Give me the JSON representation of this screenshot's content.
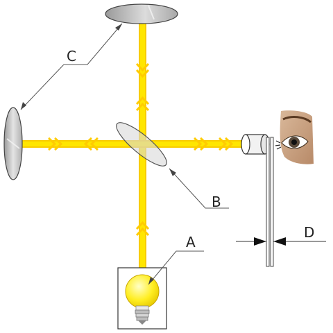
{
  "labels": {
    "a": "A",
    "b": "B",
    "c": "C",
    "d": "D"
  },
  "colors": {
    "beam": "#ffe600",
    "beam_edge": "#f2c200",
    "chevron": "#ffcc00",
    "mirror_fill": "#c8c8c8",
    "bulb": "#ffee22",
    "leader_line": "#555555"
  },
  "icons": {
    "light_source": "light-bulb-icon",
    "observer": "eye-icon"
  }
}
